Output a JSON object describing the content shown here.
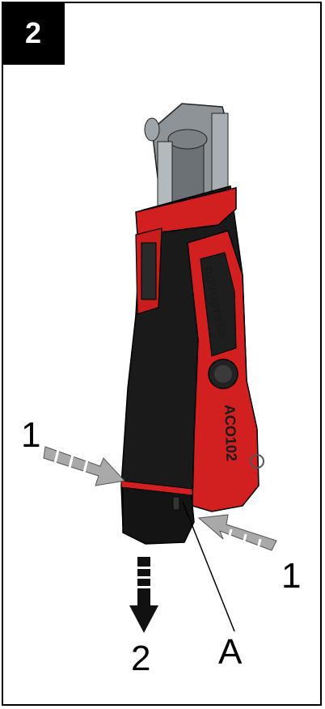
{
  "step": {
    "number": "2"
  },
  "tool": {
    "brand_text": "novopress",
    "model_text": "ACO102"
  },
  "callouts": {
    "left_one": "1",
    "right_one": "1",
    "down_two": "2",
    "letter_a": "A"
  },
  "colors": {
    "body_black": "#1a1a1a",
    "accent_red": "#d21f1f",
    "metal_grey": "#9a9fa3",
    "arrow_grey": "#a9a9a9"
  }
}
